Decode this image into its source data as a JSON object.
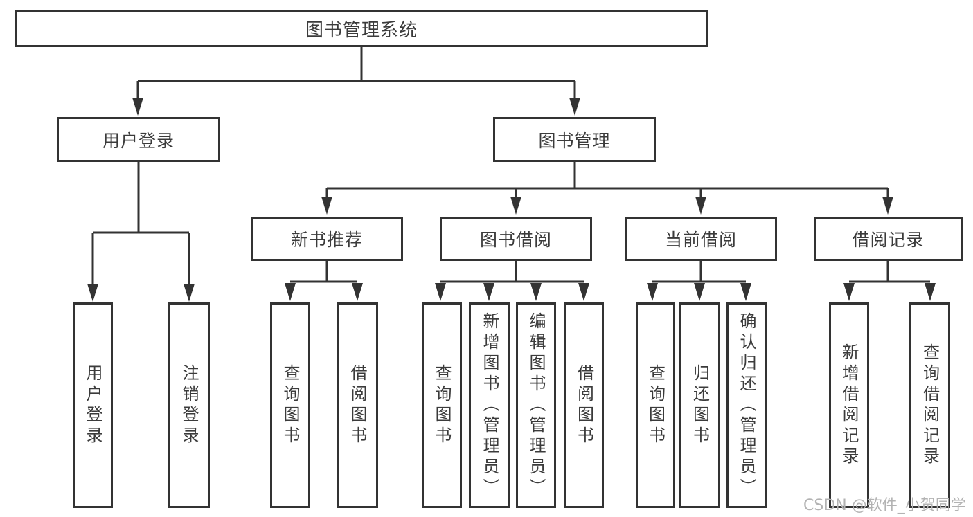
{
  "diagram": {
    "root": {
      "label": "图书管理系统"
    },
    "branches": [
      {
        "label": "用户登录",
        "children": [
          {
            "label": "用户登录"
          },
          {
            "label": "注销登录"
          }
        ]
      },
      {
        "label": "图书管理",
        "children": [
          {
            "label": "新书推荐",
            "children": [
              {
                "label": "查询图书"
              },
              {
                "label": "借阅图书"
              }
            ]
          },
          {
            "label": "图书借阅",
            "children": [
              {
                "label": "查询图书"
              },
              {
                "label": "新增图书（管理员）"
              },
              {
                "label": "编辑图书（管理员）"
              },
              {
                "label": "借阅图书"
              }
            ]
          },
          {
            "label": "当前借阅",
            "children": [
              {
                "label": "查询图书"
              },
              {
                "label": "归还图书"
              },
              {
                "label": "确认归还（管理员）"
              }
            ]
          },
          {
            "label": "借阅记录",
            "children": [
              {
                "label": "新增借阅记录"
              },
              {
                "label": "查询借阅记录"
              }
            ]
          }
        ]
      }
    ]
  },
  "watermark": {
    "text": "CSDN @软件_小贺同学"
  },
  "colors": {
    "line": "#333333",
    "text": "#3b3b3b",
    "watermark": "#b3b3b3",
    "background": "#ffffff"
  }
}
